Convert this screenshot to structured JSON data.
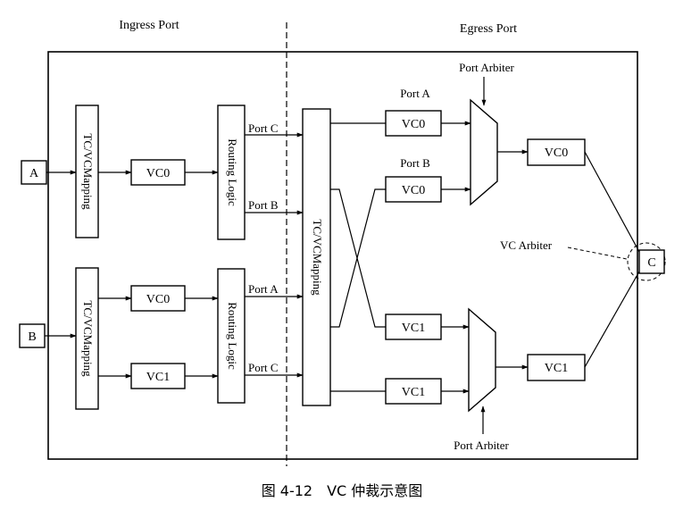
{
  "headers": {
    "ingress": "Ingress Port",
    "egress": "Egress Port"
  },
  "inputs": {
    "a": "A",
    "b": "B"
  },
  "output": "C",
  "ingress": {
    "mapping_top": "TC/VCMapping",
    "mapping_bottom": "TC/VCMapping",
    "vc_top": "VC0",
    "vc_bottom_0": "VC0",
    "vc_bottom_1": "VC1",
    "routing_top": "Routing Logic",
    "routing_bottom": "Routing Logic",
    "port_c_top": "Port C",
    "port_b": "Port B",
    "port_a": "Port A",
    "port_c_bottom": "Port C"
  },
  "egress": {
    "mapping": "TC/VCMapping",
    "port_a": "Port A",
    "port_b": "Port B",
    "vc_a": "VC0",
    "vc_b": "VC0",
    "vc1_top": "VC1",
    "vc1_bottom": "VC1",
    "out_vc0": "VC0",
    "out_vc1": "VC1",
    "port_arbiter_top": "Port Arbiter",
    "port_arbiter_bottom": "Port Arbiter",
    "vc_arbiter": "VC Arbiter"
  },
  "caption": "图 4-12　VC 仲裁示意图"
}
